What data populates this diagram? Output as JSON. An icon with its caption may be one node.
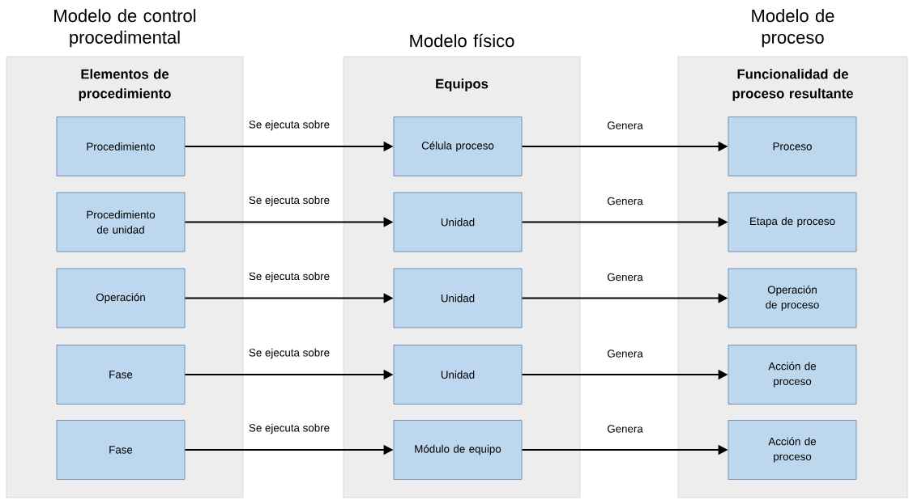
{
  "diagram": {
    "nodes": [
      {
        "text": [
          "Modelo de control procedimental",
          "Elementos de procedimiento"
        ]
      },
      {
        "text": [
          "Procedimiento"
        ],
        "in": 0
      },
      {
        "text": [
          "Procedimiento de unidad"
        ],
        "in": 0
      },
      {
        "text": [
          "Operación"
        ],
        "in": 0
      },
      {
        "text": [
          "Fase"
        ],
        "in": 0
      },
      {
        "text": [
          "Fase"
        ],
        "in": 0
      },
      {
        "text": [
          "Modelo físico",
          "Equipos"
        ]
      },
      {
        "text": [
          "Célula proceso"
        ],
        "in": 6
      },
      {
        "text": [
          "Unidad"
        ],
        "in": 6
      },
      {
        "text": [
          "Unidad"
        ],
        "in": 6
      },
      {
        "text": [
          "Unidad"
        ],
        "in": 6
      },
      {
        "text": [
          "Módulo de equipo"
        ],
        "in": 6
      },
      {
        "text": [
          "Modelo de proceso",
          "Funcionalidad de proceso resultante"
        ]
      },
      {
        "text": [
          "Proceso"
        ],
        "in": 12
      },
      {
        "text": [
          "Etapa de proceso"
        ],
        "in": 12
      },
      {
        "text": [
          "Operación de proceso"
        ],
        "in": 12
      },
      {
        "text": [
          "Acción de proceso"
        ],
        "in": 12
      },
      {
        "text": [
          "Acción de proceso"
        ],
        "in": 12
      }
    ],
    "edges": [
      {
        "from": 1,
        "to": 7,
        "arrow": "to",
        "label": "Se ejecuta sobre"
      },
      {
        "from": 7,
        "to": 13,
        "arrow": "to",
        "label": "Genera"
      },
      {
        "from": 2,
        "to": 8,
        "arrow": "to",
        "label": "Se ejecuta sobre"
      },
      {
        "from": 8,
        "to": 14,
        "arrow": "to",
        "label": "Genera"
      },
      {
        "from": 3,
        "to": 9,
        "arrow": "to",
        "label": "Se ejecuta sobre"
      },
      {
        "from": 9,
        "to": 15,
        "arrow": "to",
        "label": "Genera"
      },
      {
        "from": 4,
        "to": 10,
        "arrow": "to",
        "label": "Se ejecuta sobre"
      },
      {
        "from": 10,
        "to": 16,
        "arrow": "to",
        "label": "Genera"
      },
      {
        "from": 5,
        "to": 11,
        "arrow": "to",
        "label": "Se ejecuta sobre"
      },
      {
        "from": 11,
        "to": 17,
        "arrow": "to",
        "label": "Genera"
      }
    ]
  }
}
